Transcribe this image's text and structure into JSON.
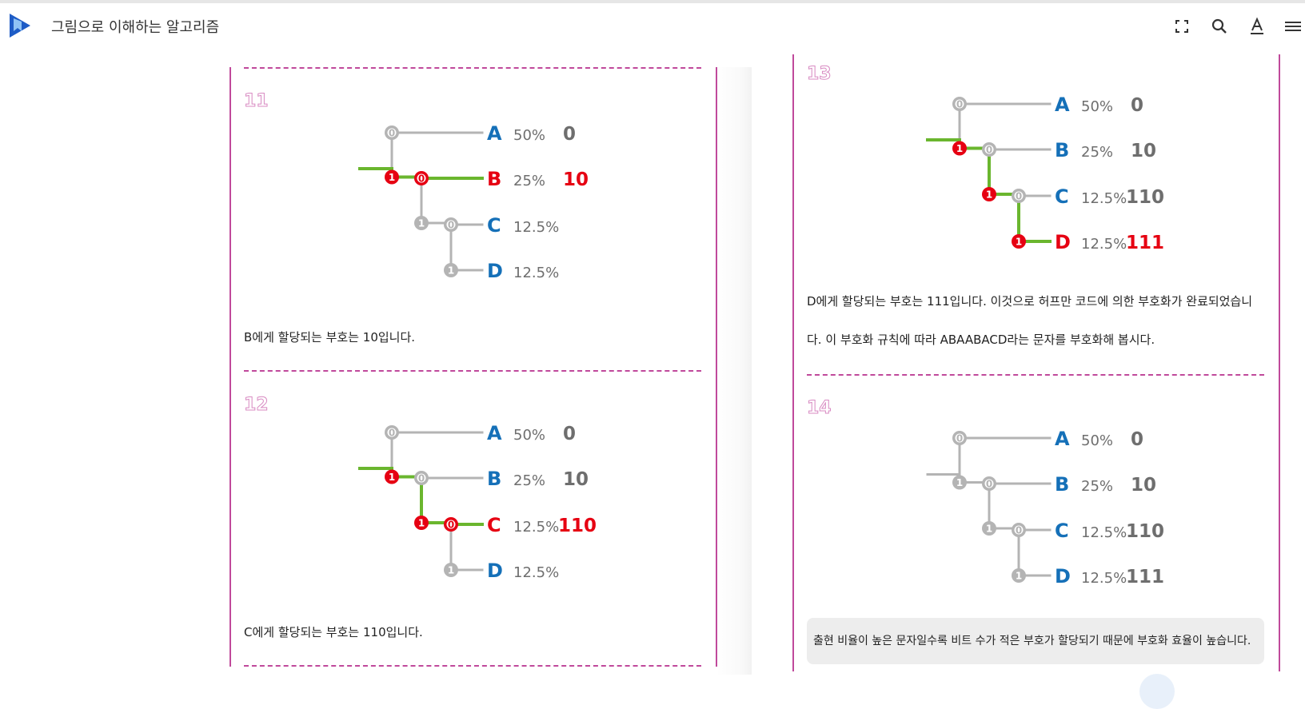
{
  "header": {
    "title": "그림으로 이해하는 알고리즘",
    "icons": [
      "fullscreen-icon",
      "search-icon",
      "font-icon",
      "menu-icon"
    ]
  },
  "colors": {
    "accent": "#c0499b",
    "blue": "#1570b8",
    "red": "#e60012",
    "green": "#6ab62e",
    "gray": "#b4b4b4",
    "code_gray": "#6e6e6e"
  },
  "steps": [
    {
      "number": "11",
      "caption": "B에게 할당되는 부호는 10입니다.",
      "rows": [
        {
          "letter": "A",
          "pct": "50%",
          "code": "0",
          "active": false
        },
        {
          "letter": "B",
          "pct": "25%",
          "code": "10",
          "active": true
        },
        {
          "letter": "C",
          "pct": "12.5%",
          "code": "",
          "active": false
        },
        {
          "letter": "D",
          "pct": "12.5%",
          "code": "",
          "active": false
        }
      ]
    },
    {
      "number": "12",
      "caption": "C에게 할당되는 부호는 110입니다.",
      "rows": [
        {
          "letter": "A",
          "pct": "50%",
          "code": "0",
          "active": false
        },
        {
          "letter": "B",
          "pct": "25%",
          "code": "10",
          "active": false
        },
        {
          "letter": "C",
          "pct": "12.5%",
          "code": "110",
          "active": true
        },
        {
          "letter": "D",
          "pct": "12.5%",
          "code": "",
          "active": false
        }
      ]
    },
    {
      "number": "13",
      "caption_line1": "D에게 할당되는 부호는 111입니다. 이것으로 허프만 코드에 의한 부호화가 완료되었습니",
      "caption_line2": "다. 이 부호화 규칙에 따라 ABAABACD라는 문자를 부호화해 봅시다.",
      "rows": [
        {
          "letter": "A",
          "pct": "50%",
          "code": "0",
          "active": false
        },
        {
          "letter": "B",
          "pct": "25%",
          "code": "10",
          "active": false
        },
        {
          "letter": "C",
          "pct": "12.5%",
          "code": "110",
          "active": false
        },
        {
          "letter": "D",
          "pct": "12.5%",
          "code": "111",
          "active": true
        }
      ]
    },
    {
      "number": "14",
      "caption": "출현 비율이 높은 문자일수록 비트 수가 적은 부호가 할당되기 때문에 부호화 효율이 높습니다.",
      "rows": [
        {
          "letter": "A",
          "pct": "50%",
          "code": "0",
          "active": false
        },
        {
          "letter": "B",
          "pct": "25%",
          "code": "10",
          "active": false
        },
        {
          "letter": "C",
          "pct": "12.5%",
          "code": "110",
          "active": false
        },
        {
          "letter": "D",
          "pct": "12.5%",
          "code": "111",
          "active": false
        }
      ]
    }
  ],
  "node_labels": {
    "zero": "0",
    "one": "1"
  }
}
